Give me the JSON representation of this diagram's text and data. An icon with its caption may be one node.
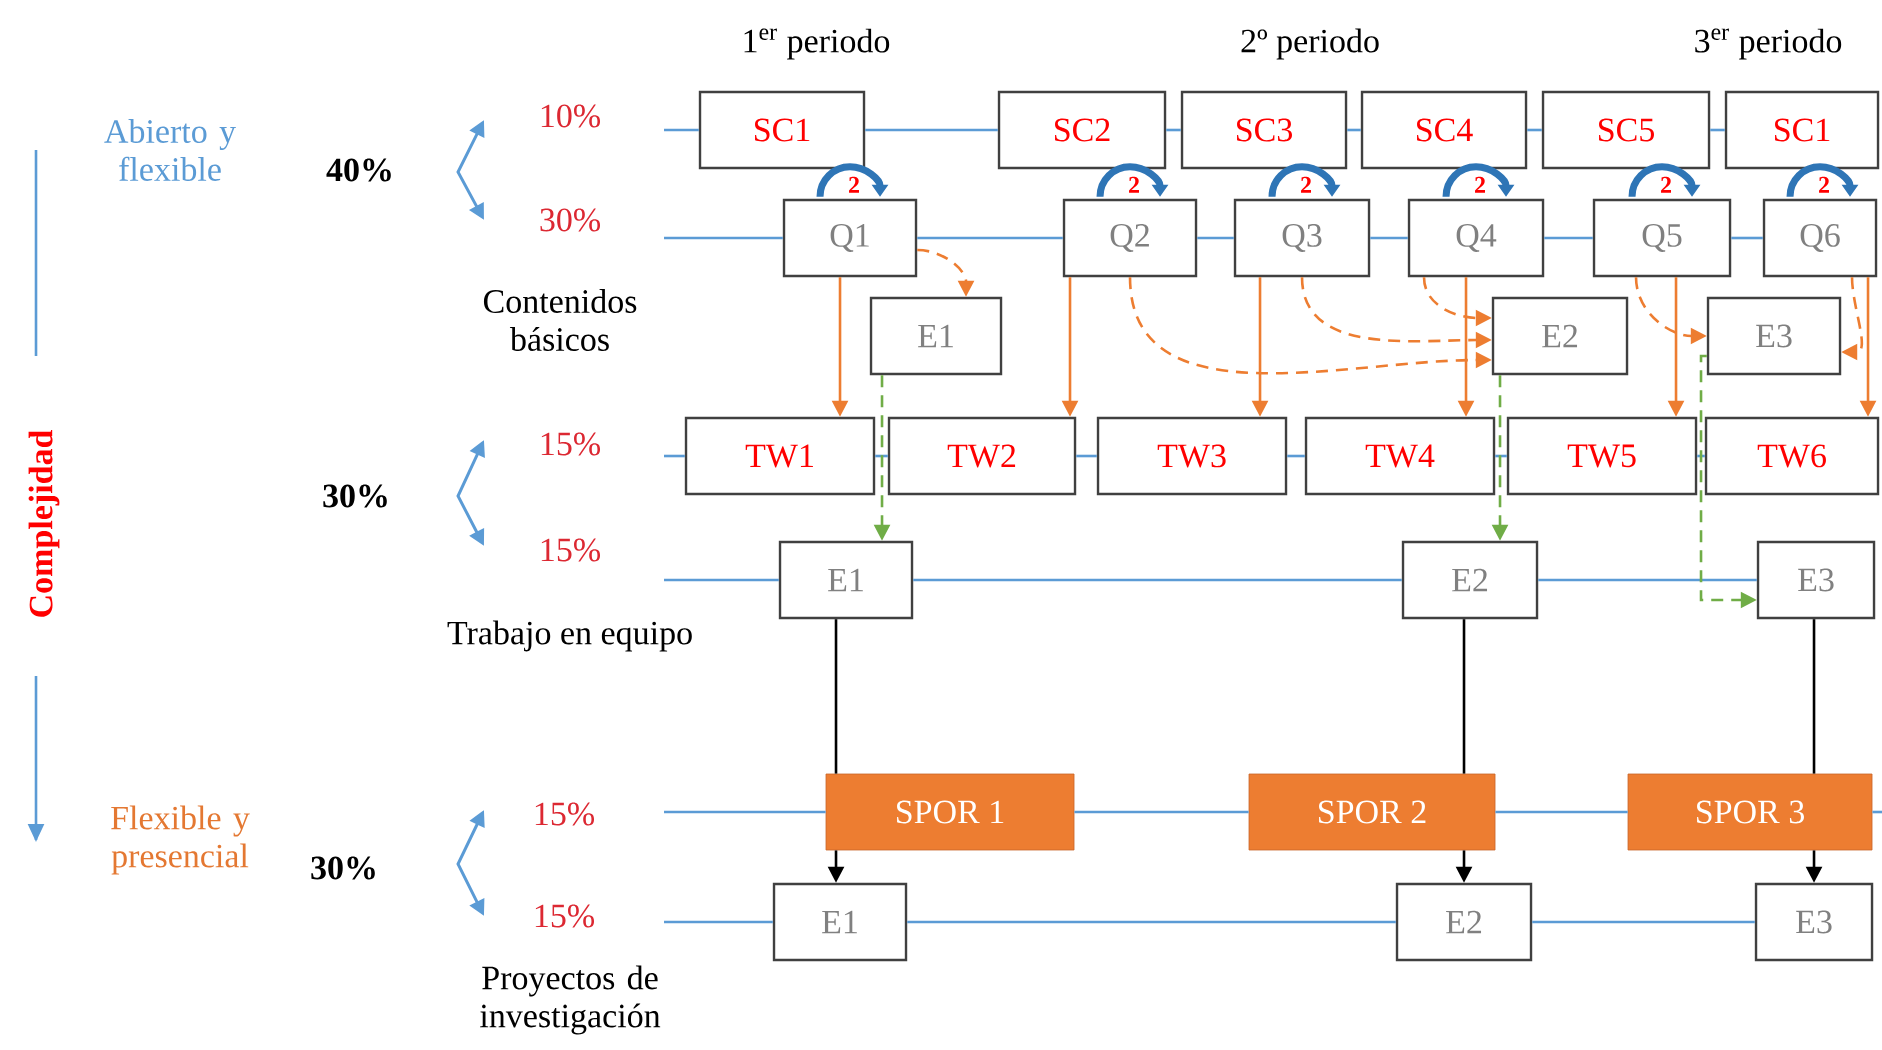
{
  "diagram": {
    "nodes": [
      {
        "text": [
          "SC1"
        ]
      },
      {
        "text": [
          "SC2"
        ]
      },
      {
        "text": [
          "SC3"
        ]
      },
      {
        "text": [
          "SC4"
        ]
      },
      {
        "text": [
          "SC5"
        ]
      },
      {
        "text": [
          "SC1"
        ]
      },
      {
        "text": [
          "Q1"
        ]
      },
      {
        "text": [
          "Q2"
        ]
      },
      {
        "text": [
          "Q3"
        ]
      },
      {
        "text": [
          "Q4"
        ]
      },
      {
        "text": [
          "Q5"
        ]
      },
      {
        "text": [
          "Q6"
        ]
      },
      {
        "text": [
          "E1"
        ]
      },
      {
        "text": [
          "E2"
        ]
      },
      {
        "text": [
          "E3"
        ]
      },
      {
        "text": [
          "TW1"
        ]
      },
      {
        "text": [
          "TW2"
        ]
      },
      {
        "text": [
          "TW3"
        ]
      },
      {
        "text": [
          "TW4"
        ]
      },
      {
        "text": [
          "TW5"
        ]
      },
      {
        "text": [
          "TW6"
        ]
      },
      {
        "text": [
          "E1"
        ]
      },
      {
        "text": [
          "E2"
        ]
      },
      {
        "text": [
          "E3"
        ]
      },
      {
        "text": [
          "SPOR 1"
        ]
      },
      {
        "text": [
          "SPOR 2"
        ]
      },
      {
        "text": [
          "SPOR 3"
        ]
      },
      {
        "text": [
          "E1"
        ]
      },
      {
        "text": [
          "E2"
        ]
      },
      {
        "text": [
          "E3"
        ]
      }
    ],
    "edges": [
      {
        "from": null,
        "to": 0,
        "arrow": "none"
      },
      {
        "from": 0,
        "to": 1,
        "arrow": "none"
      },
      {
        "from": 1,
        "to": 2,
        "arrow": "none"
      },
      {
        "from": 2,
        "to": 3,
        "arrow": "none"
      },
      {
        "from": 3,
        "to": 4,
        "arrow": "none"
      },
      {
        "from": 4,
        "to": 5,
        "arrow": "none"
      },
      {
        "from": null,
        "to": 6,
        "arrow": "none"
      },
      {
        "from": 6,
        "to": 7,
        "arrow": "none"
      },
      {
        "from": 7,
        "to": 8,
        "arrow": "none"
      },
      {
        "from": 8,
        "to": 9,
        "arrow": "none"
      },
      {
        "from": 9,
        "to": 10,
        "arrow": "none"
      },
      {
        "from": 10,
        "to": 11,
        "arrow": "none"
      },
      {
        "from": null,
        "to": 15,
        "arrow": "none"
      },
      {
        "from": 15,
        "to": 16,
        "arrow": "none"
      },
      {
        "from": 16,
        "to": 17,
        "arrow": "none"
      },
      {
        "from": 17,
        "to": 18,
        "arrow": "none"
      },
      {
        "from": 18,
        "to": 19,
        "arrow": "none"
      },
      {
        "from": 19,
        "to": 20,
        "arrow": "none"
      },
      {
        "from": null,
        "to": 21,
        "arrow": "none"
      },
      {
        "from": 21,
        "to": 22,
        "arrow": "none"
      },
      {
        "from": 22,
        "to": 23,
        "arrow": "none"
      },
      {
        "from": null,
        "to": 24,
        "arrow": "none"
      },
      {
        "from": 24,
        "to": 25,
        "arrow": "none"
      },
      {
        "from": 25,
        "to": 26,
        "arrow": "none"
      },
      {
        "from": 26,
        "to": null,
        "arrow": "none"
      },
      {
        "from": null,
        "to": 27,
        "arrow": "none"
      },
      {
        "from": 27,
        "to": 28,
        "arrow": "none"
      },
      {
        "from": 28,
        "to": 29,
        "arrow": "none"
      },
      {
        "from": 6,
        "to": 15,
        "arrow": "to",
        "color": "#ed7d31"
      },
      {
        "from": 7,
        "to": 16,
        "arrow": "to",
        "color": "#ed7d31"
      },
      {
        "from": 8,
        "to": 17,
        "arrow": "to",
        "color": "#ed7d31"
      },
      {
        "from": 9,
        "to": 18,
        "arrow": "to",
        "color": "#ed7d31"
      },
      {
        "from": 10,
        "to": 19,
        "arrow": "to",
        "color": "#ed7d31"
      },
      {
        "from": 11,
        "to": 20,
        "arrow": "to",
        "color": "#ed7d31"
      },
      {
        "from": 6,
        "to": 12,
        "arrow": "to",
        "style": "dashed",
        "color": "#ed7d31"
      },
      {
        "from": 7,
        "to": 13,
        "arrow": "to",
        "style": "dashed",
        "color": "#ed7d31"
      },
      {
        "from": 8,
        "to": 13,
        "arrow": "to",
        "style": "dashed",
        "color": "#ed7d31"
      },
      {
        "from": 9,
        "to": 13,
        "arrow": "to",
        "style": "dashed",
        "color": "#ed7d31"
      },
      {
        "from": 10,
        "to": 14,
        "arrow": "to",
        "style": "dashed",
        "color": "#ed7d31"
      },
      {
        "from": 11,
        "to": 14,
        "arrow": "to",
        "style": "dashed",
        "color": "#ed7d31"
      },
      {
        "from": 12,
        "to": 21,
        "arrow": "to",
        "style": "dashed",
        "color": "#70ad47"
      },
      {
        "from": 13,
        "to": 22,
        "arrow": "to",
        "style": "dashed",
        "color": "#70ad47"
      },
      {
        "from": 14,
        "to": 23,
        "arrow": "to",
        "style": "dashed",
        "color": "#70ad47"
      },
      {
        "from": 21,
        "to": 24,
        "arrow": "none",
        "color": "#000000"
      },
      {
        "from": 24,
        "to": 27,
        "arrow": "to",
        "color": "#000000"
      },
      {
        "from": 22,
        "to": 25,
        "arrow": "none",
        "color": "#000000"
      },
      {
        "from": 25,
        "to": 28,
        "arrow": "to",
        "color": "#000000"
      },
      {
        "from": 23,
        "to": 26,
        "arrow": "none",
        "color": "#000000"
      },
      {
        "from": 26,
        "to": 29,
        "arrow": "to",
        "color": "#000000"
      },
      {
        "from": 6,
        "to": 6,
        "arrow": "to",
        "label": "2",
        "style": "thick",
        "color": "#2e75b6"
      },
      {
        "from": 7,
        "to": 7,
        "arrow": "to",
        "label": "2",
        "style": "thick",
        "color": "#2e75b6"
      },
      {
        "from": 8,
        "to": 8,
        "arrow": "to",
        "label": "2",
        "style": "thick",
        "color": "#2e75b6"
      },
      {
        "from": 9,
        "to": 9,
        "arrow": "to",
        "label": "2",
        "style": "thick",
        "color": "#2e75b6"
      },
      {
        "from": 10,
        "to": 10,
        "arrow": "to",
        "label": "2",
        "style": "thick",
        "color": "#2e75b6"
      },
      {
        "from": 11,
        "to": 11,
        "arrow": "to",
        "label": "2",
        "style": "thick",
        "color": "#2e75b6"
      }
    ],
    "labels": [
      "1$^{er}$ periodo",
      "2º periodo",
      "3$^{er}$ periodo",
      "Abierto y flexible",
      "10%",
      "40%",
      "30%",
      "Contenidos básicos",
      "Complejidad",
      "15%",
      "30%",
      "15%",
      "Trabajo en equipo",
      "Flexible y presencial",
      "15%",
      "30%",
      "15%",
      "Proyectos de investigación"
    ]
  }
}
